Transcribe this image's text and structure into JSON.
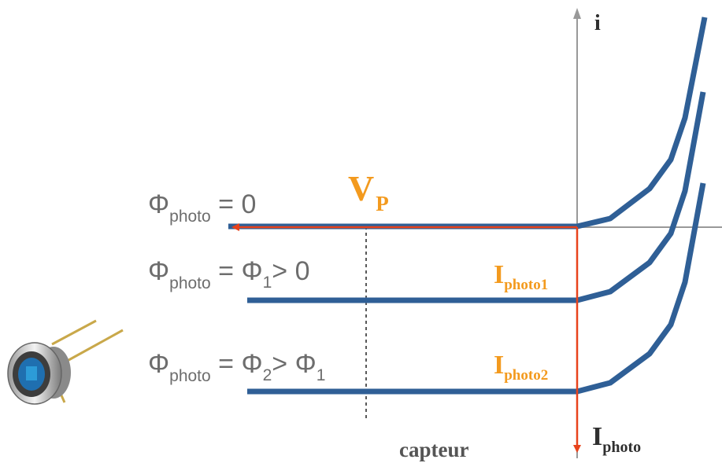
{
  "labels": {
    "axis_i": "i",
    "vp_main": "V",
    "vp_sub": "P",
    "phi0_sym": "Φ",
    "phi0_sub": "photo",
    "phi0_rest": " = 0",
    "phi1_sym": "Φ",
    "phi1_sub": "photo",
    "phi1_eq": " = Φ",
    "phi1_idx": "1",
    "phi1_rest": "> 0",
    "phi2_sym": "Φ",
    "phi2_sub": "photo",
    "phi2_eq": " = Φ",
    "phi2_idx": "2",
    "phi2_gt": "> Φ",
    "phi2_idx2": "1",
    "iph1_main": "I",
    "iph1_sub": "photo1",
    "iph2_main": "I",
    "iph2_sub": "photo2",
    "iphoto_main": "I",
    "iphoto_sub": "photo",
    "capteur": "capteur"
  },
  "colors": {
    "curve": "#2f5f96",
    "arrow": "#e8431c",
    "axis": "#999999",
    "text_orange": "#f39a1e"
  },
  "icons": {
    "sensor": "photodiode-component-icon"
  }
}
